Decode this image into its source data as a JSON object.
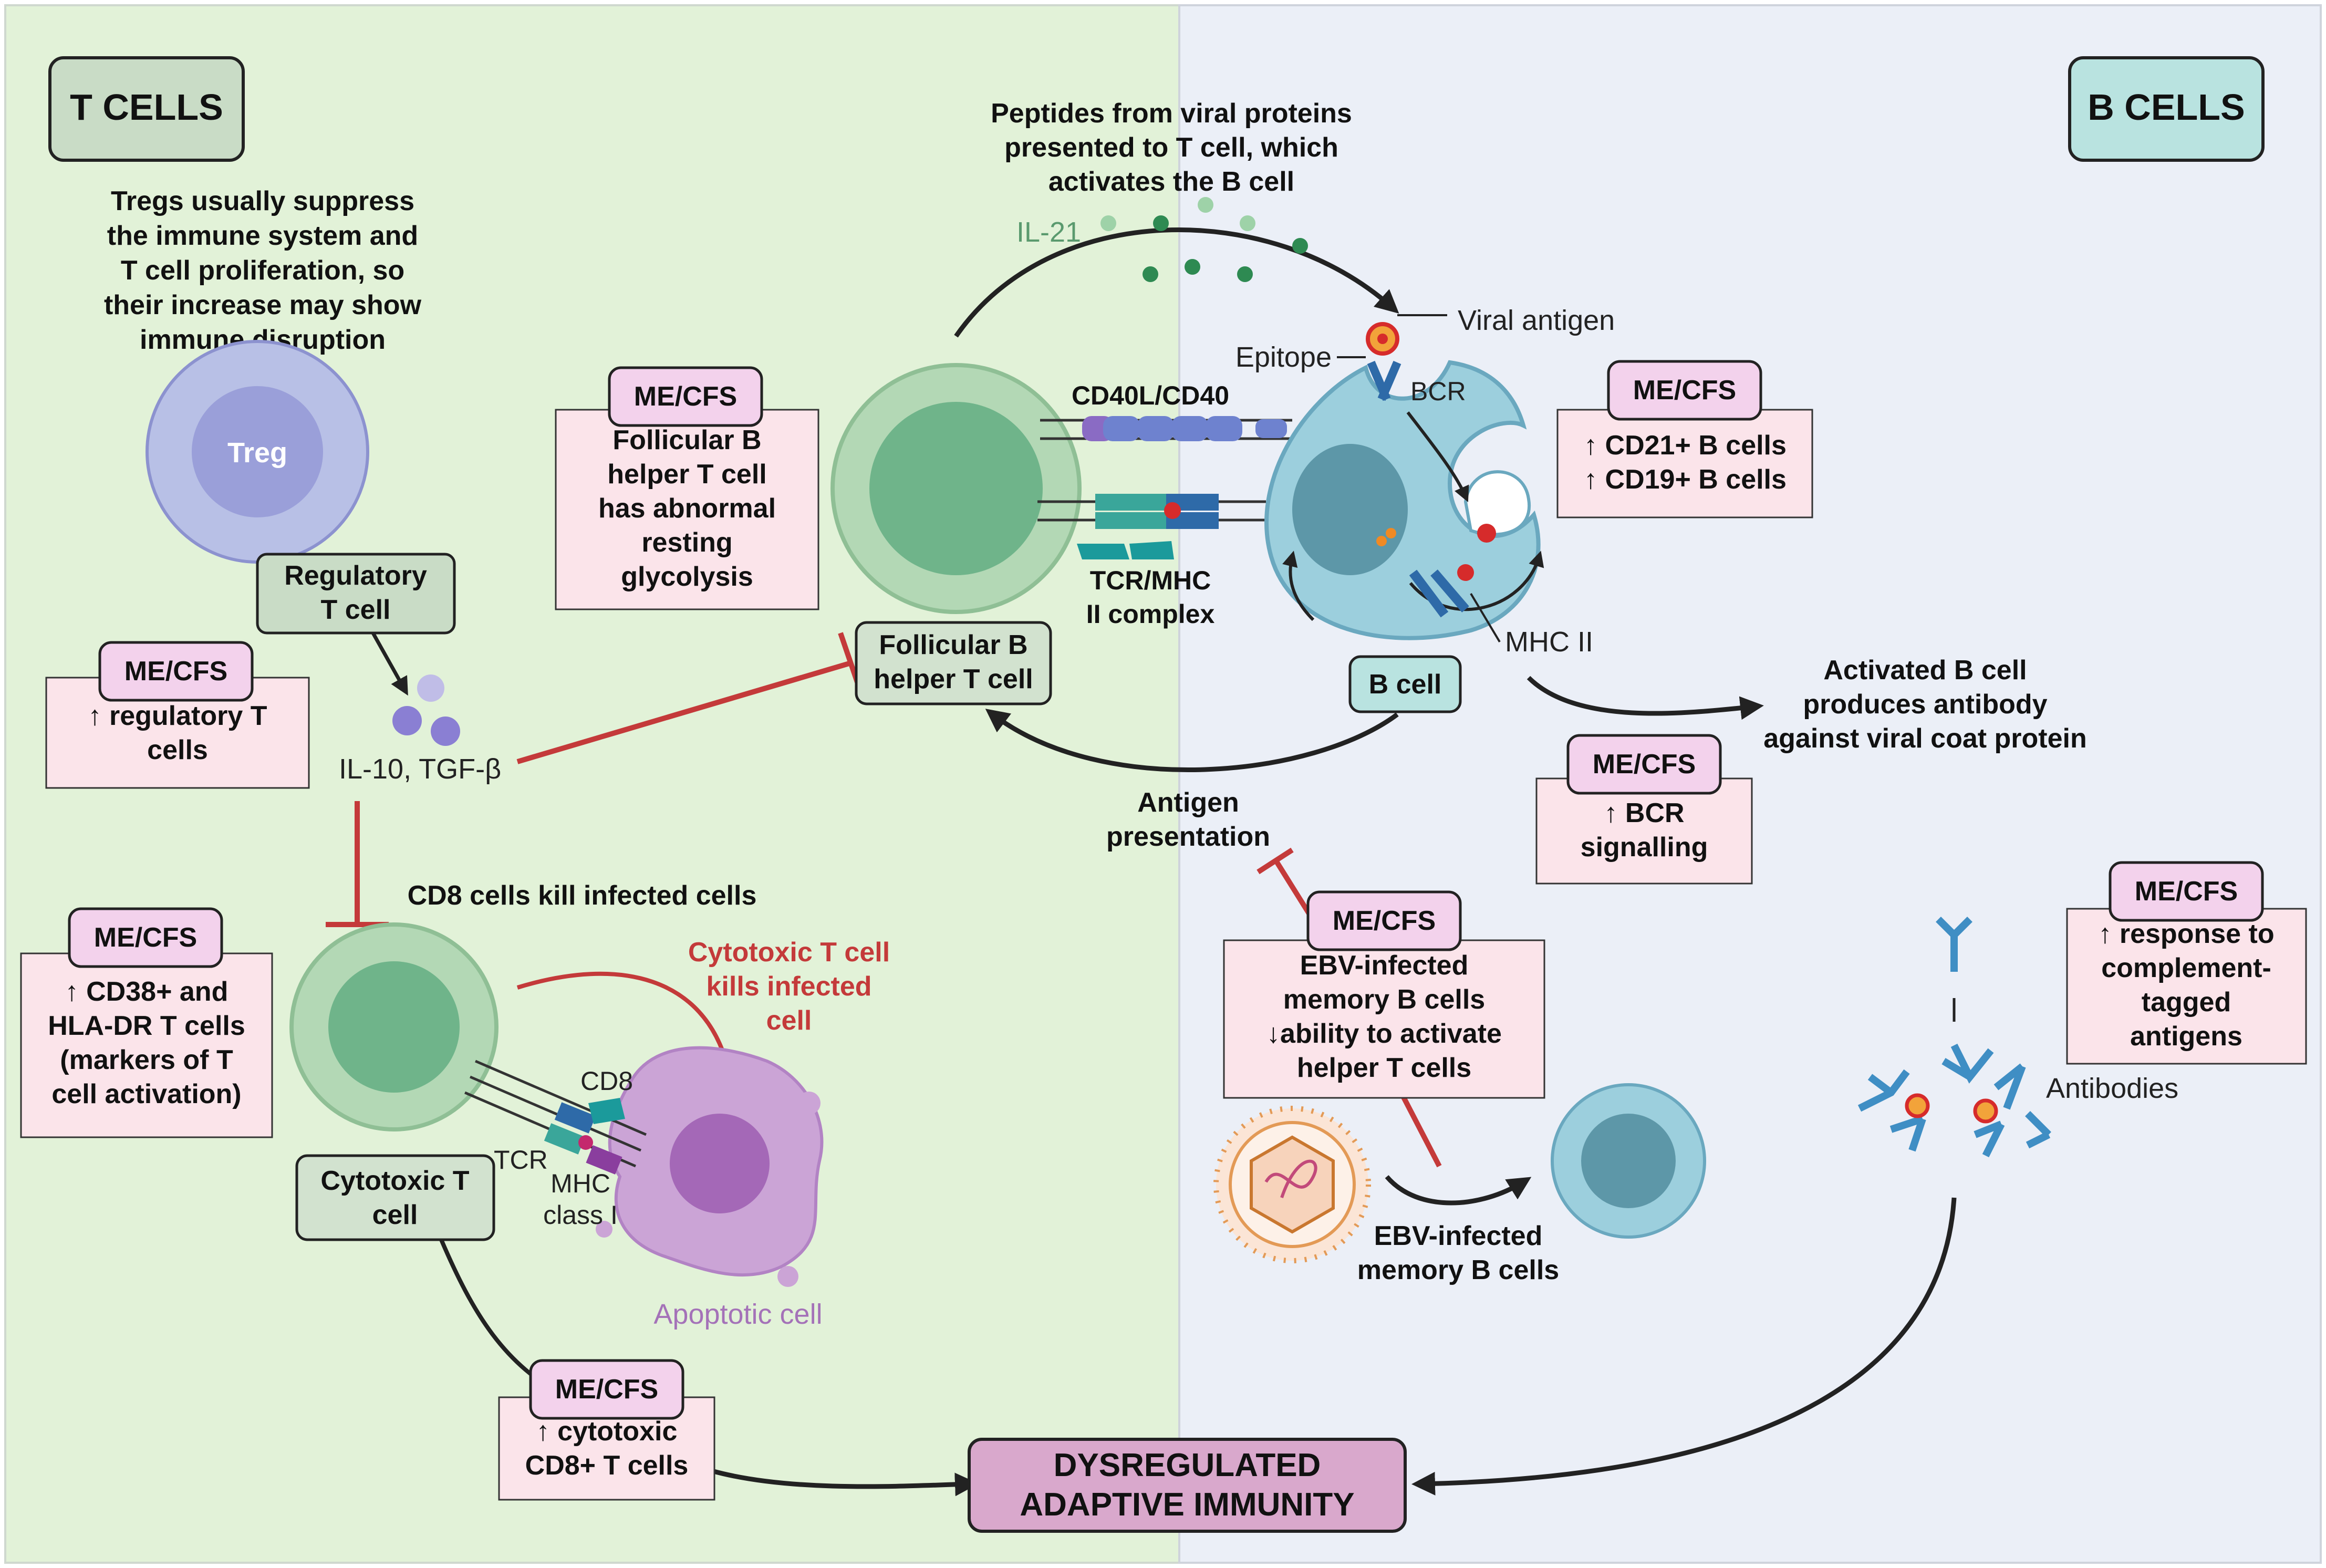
{
  "colors": {
    "left_panel": "#e2f2d8",
    "right_panel": "#ebeff7",
    "tcell_box": "#c9dcc6",
    "bcell_box": "#b9e3e0",
    "mecfs_tag": "#f3d2ec",
    "mecfs_box": "#fbe4ea",
    "inhibit_red": "#c43a3a",
    "dysregulated_box": "#d9a8cc",
    "apoptotic_label": "#a472b8"
  },
  "headers": {
    "t_cells": "T CELLS",
    "b_cells": "B CELLS"
  },
  "treg": {
    "note": [
      "Tregs usually suppress",
      "the immune system and",
      "T cell proliferation, so",
      "their increase may show",
      "immune disruption"
    ],
    "cell_label": "Treg",
    "box": [
      "Regulatory",
      "T cell"
    ],
    "cytokines": "IL-10, TGF-β"
  },
  "tfh": {
    "box": [
      "Follicular B",
      "helper T cell"
    ],
    "cd40_label": "CD40L/CD40",
    "tcr_mhc_label": [
      "TCR/MHC",
      "II complex"
    ],
    "il21": "IL-21"
  },
  "top_note": [
    "Peptides from viral proteins",
    "presented to T cell, which",
    "activates the B cell"
  ],
  "bcell": {
    "viral_antigen": "Viral antigen",
    "epitope": "Epitope",
    "bcr": "BCR",
    "mhc2": "MHC II",
    "box": "B cell",
    "activated": [
      "Activated B cell",
      "produces antibody",
      "against viral coat protein"
    ],
    "antigen_presentation": [
      "Antigen",
      "presentation"
    ]
  },
  "ctl": {
    "heading": "CD8 cells kill infected cells",
    "kill_note": [
      "Cytotoxic T cell",
      "kills infected",
      "cell"
    ],
    "cd8": "CD8",
    "tcr": "TCR",
    "mhc1": [
      "MHC",
      "class I"
    ],
    "box": [
      "Cytotoxic T",
      "cell"
    ],
    "apoptotic": "Apoptotic cell"
  },
  "ebv": {
    "label": [
      "EBV-infected",
      "memory B cells"
    ]
  },
  "antibodies_label": "Antibodies",
  "mecfs": [
    {
      "tag": "ME/CFS",
      "lines": [
        "↑ regulatory T",
        "cells"
      ]
    },
    {
      "tag": "ME/CFS",
      "lines": [
        "Follicular B",
        "helper T cell",
        "has abnormal",
        "resting",
        "glycolysis"
      ]
    },
    {
      "tag": "ME/CFS",
      "lines": [
        "↑ CD21+ B cells",
        "↑ CD19+ B cells"
      ]
    },
    {
      "tag": "ME/CFS",
      "lines": [
        "↑ BCR",
        "signalling"
      ]
    },
    {
      "tag": "ME/CFS",
      "lines": [
        "↑ CD38+ and",
        "HLA-DR T cells",
        "(markers of T",
        "cell activation)"
      ]
    },
    {
      "tag": "ME/CFS",
      "lines": [
        "EBV-infected",
        "memory B cells",
        "↓ability to activate",
        "helper T cells"
      ]
    },
    {
      "tag": "ME/CFS",
      "lines": [
        "↑ response to",
        "complement-",
        "tagged",
        "antigens"
      ]
    },
    {
      "tag": "ME/CFS",
      "lines": [
        "↑ cytotoxic",
        "CD8+ T cells"
      ]
    }
  ],
  "outcome": [
    "DYSREGULATED",
    "ADAPTIVE IMMUNITY"
  ]
}
